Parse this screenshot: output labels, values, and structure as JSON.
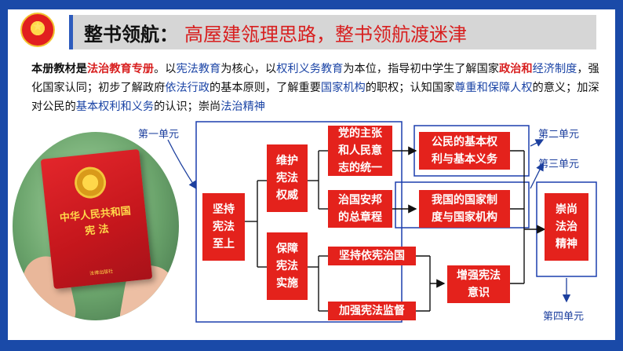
{
  "header": {
    "title": "整书领航：",
    "subtitle": "高屋建瓴理思路，整书领航渡迷津"
  },
  "intro": {
    "segments": [
      {
        "text": "本册教材是",
        "style": "k"
      },
      {
        "text": "法治教育专册",
        "style": "r"
      },
      {
        "text": "。以",
        "style": ""
      },
      {
        "text": "宪法教育",
        "style": "b"
      },
      {
        "text": "为核心，以",
        "style": ""
      },
      {
        "text": "权利义务教育",
        "style": "b"
      },
      {
        "text": "为本位，指导初中学生了解国家",
        "style": ""
      },
      {
        "text": "政治和",
        "style": "r"
      },
      {
        "text": "经济制度",
        "style": "b"
      },
      {
        "text": "，强化国家认同；初步了解政府",
        "style": ""
      },
      {
        "text": "依法行政",
        "style": "b"
      },
      {
        "text": "的基本原则，了解重要",
        "style": ""
      },
      {
        "text": "国家机构",
        "style": "b"
      },
      {
        "text": "的职权；认知国家",
        "style": ""
      },
      {
        "text": "尊重和保障人权",
        "style": "b"
      },
      {
        "text": "的意义；加深对公民的",
        "style": ""
      },
      {
        "text": "基本权利和义务",
        "style": "b"
      },
      {
        "text": "的认识；崇尚",
        "style": ""
      },
      {
        "text": "法治精神",
        "style": "b"
      }
    ]
  },
  "book": {
    "title": "中华人民共和国",
    "subtitle": "宪  法",
    "publisher": "法律出版社"
  },
  "diagram": {
    "nodes": {
      "root": "坚持宪法至上",
      "maintain": "维护宪法权威",
      "guarantee": "保障宪法实施",
      "party_will": "党的主张和人民意志的统一",
      "governance": "治国安邦的总章程",
      "rule_by_constitution": "坚持依宪治国",
      "supervision": "加强宪法监督",
      "rights": "公民的基本权利与基本义务",
      "state_system": "我国的国家制度与国家机构",
      "awareness": "增强宪法意识",
      "spirit": "崇尚法治精神"
    },
    "unit_labels": {
      "unit1": "第一单元",
      "unit2": "第二单元",
      "unit3": "第三单元",
      "unit4": "第四单元"
    }
  },
  "colors": {
    "frame": "#1a4aa8",
    "node_fill": "#e4221c",
    "accent_red": "#d81f1f",
    "accent_blue": "#1c45a6",
    "title_bg": "#d6d6d6"
  },
  "icons": {
    "emblem": "national-emblem-icon"
  }
}
